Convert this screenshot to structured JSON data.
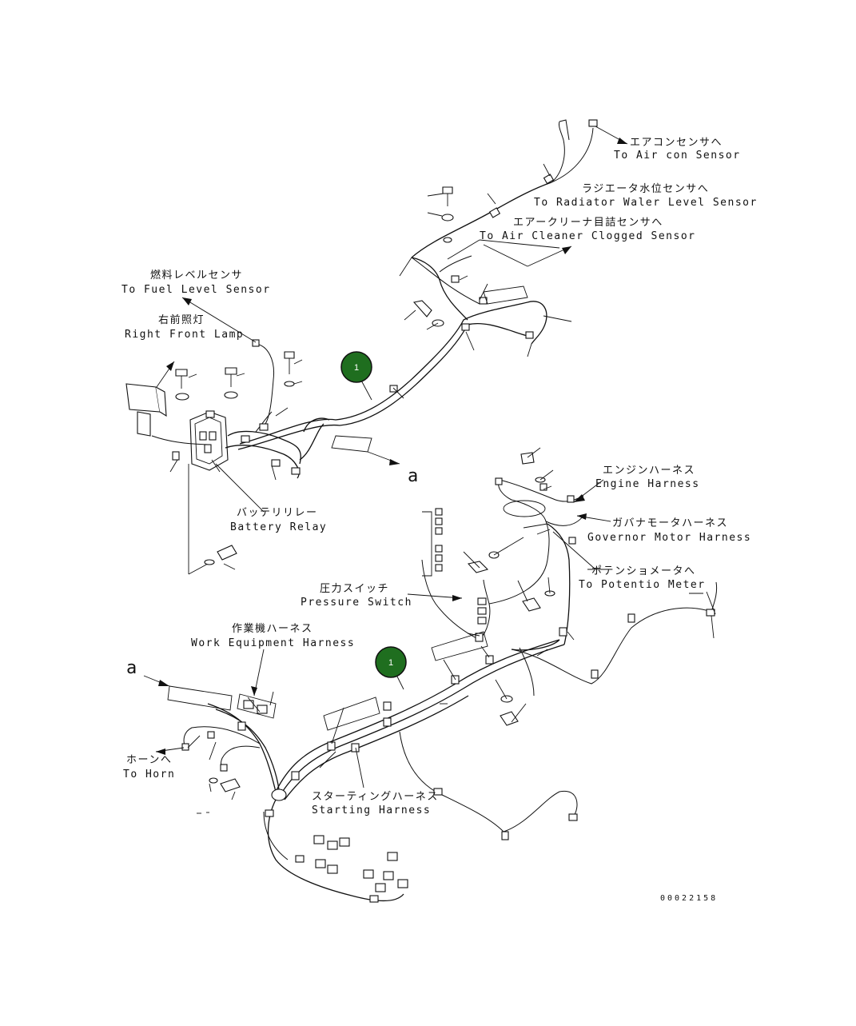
{
  "labels": {
    "air_con_jp": "エアコンセンサへ",
    "air_con_en": "To Air con Sensor",
    "radiator_jp": "ラジエータ水位センサへ",
    "radiator_en": "To Radiator Waler Level Sensor",
    "air_cleaner_jp": "エアークリーナ目詰センサへ",
    "air_cleaner_en": "To Air Cleaner Clogged Sensor",
    "fuel_jp": "燃料レベルセンサ",
    "fuel_en": "To Fuel Level Sensor",
    "lamp_jp": "右前照灯",
    "lamp_en": "Right Front Lamp",
    "battery_jp": "バッテリリレー",
    "battery_en": "Battery Relay",
    "engine_jp": "エンジンハーネス",
    "engine_en": "Engine Harness",
    "governor_jp": "ガバナモータハーネス",
    "governor_en": "Governor Motor Harness",
    "potentio_jp": "ポテンショメータへ",
    "potentio_en": "To Potentio Meter",
    "pressure_jp": "圧力スイッチ",
    "pressure_en": "Pressure Switch",
    "work_jp": "作業機ハーネス",
    "work_en": "Work Equipment Harness",
    "horn_jp": "ホーンへ",
    "horn_en": "To Horn",
    "starting_jp": "スターティングハーネス",
    "starting_en": "Starting Harness",
    "ref_a_upper": "a",
    "ref_a_lower": "a"
  },
  "callouts": [
    {
      "number": "1"
    },
    {
      "number": "1"
    }
  ],
  "drawing_code": "00022158",
  "colors": {
    "callout_fill": "#1f6e1f",
    "line": "#111111"
  }
}
